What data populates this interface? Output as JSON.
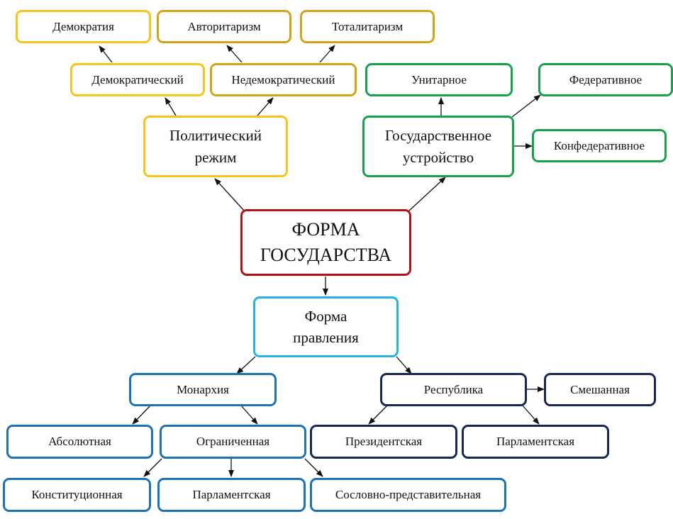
{
  "root": {
    "label": "ФОРМА ГОСУДАРСТВА"
  },
  "political": {
    "label": "Политический режим",
    "democratic": "Демократический",
    "non_democratic": "Недемократический",
    "democracy": "Демократия",
    "authoritarianism": "Авторитаризм",
    "totalitarianism": "Тоталитаризм"
  },
  "structure": {
    "label": "Государственное устройство",
    "unitary": "Унитарное",
    "federal": "Федеративное",
    "confederal": "Конфедеративное"
  },
  "government": {
    "label": "Форма правления",
    "monarchy": {
      "label": "Монархия",
      "absolute": "Абсолютная",
      "limited": "Ограниченная",
      "constitutional": "Конституционная",
      "parliamentary": "Парламентская",
      "estate_representative": "Сословно-представительная"
    },
    "republic": {
      "label": "Республика",
      "mixed": "Смешанная",
      "presidential": "Президентская",
      "parliamentary": "Парламентская"
    }
  },
  "colors": {
    "political": "#f5c518",
    "non_democratic": "#d4a418",
    "structure": "#17a24e",
    "root": "#b31212",
    "government": "#27b2e2",
    "monarchy": "#1d72b3",
    "republic": "#17284f"
  }
}
